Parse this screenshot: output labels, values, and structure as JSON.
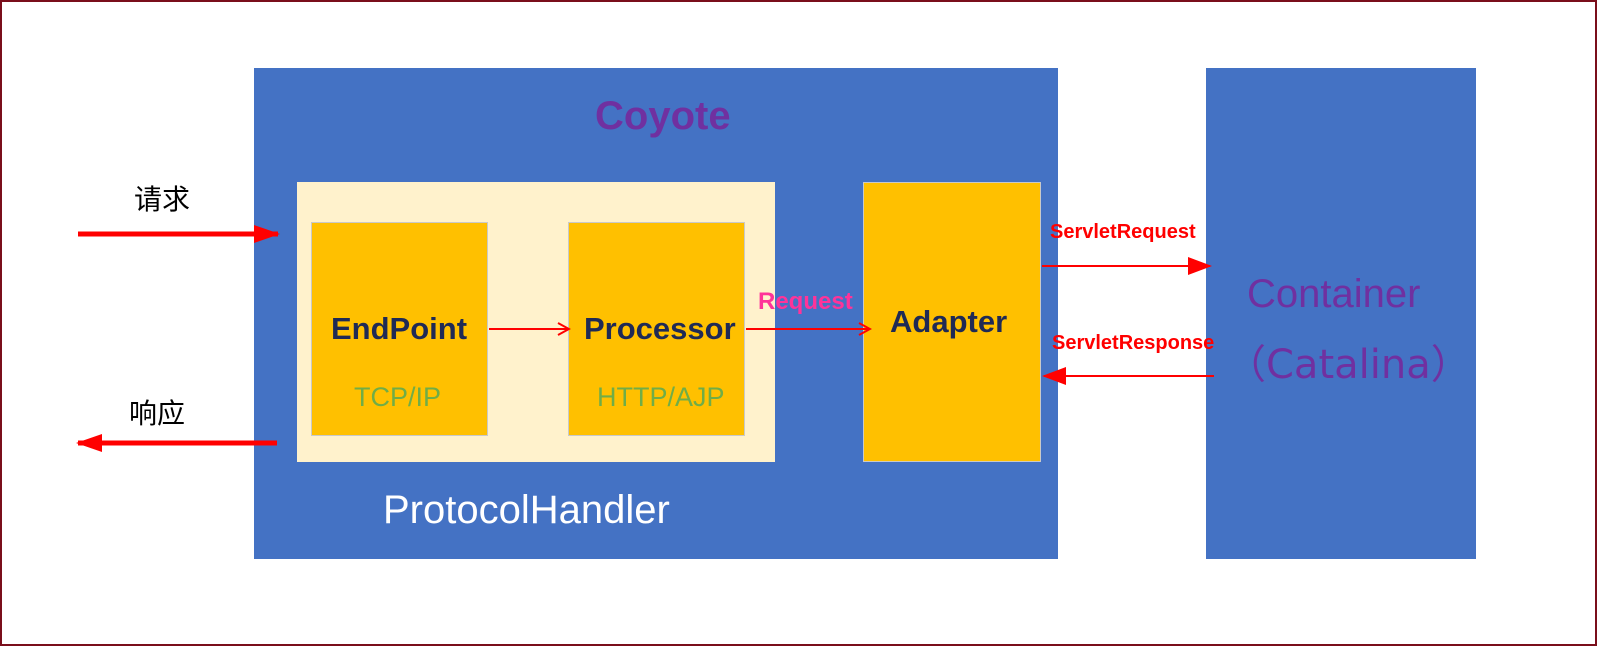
{
  "colors": {
    "outer_border": "#7a0e1b",
    "main_blue": "#4472c4",
    "light_yellow": "#fff2cc",
    "gold": "#ffc000",
    "purple": "#7030a0",
    "navy": "#1f2a55",
    "green": "#70ad47",
    "red": "#ff0000",
    "pink": "#ff3399"
  },
  "left": {
    "request_label": "请求",
    "response_label": "响应"
  },
  "coyote": {
    "title": "Coyote",
    "protocol_handler_label": "ProtocolHandler",
    "endpoint": {
      "title": "EndPoint",
      "protocol": "TCP/IP"
    },
    "processor": {
      "title": "Processor",
      "protocol": "HTTP/AJP"
    },
    "request_label": "Request",
    "adapter": {
      "title": "Adapter"
    }
  },
  "links": {
    "servlet_request": "ServletRequest",
    "servlet_response": "ServletResponse"
  },
  "container": {
    "line1": "Container",
    "line2": "（Catalina）"
  }
}
